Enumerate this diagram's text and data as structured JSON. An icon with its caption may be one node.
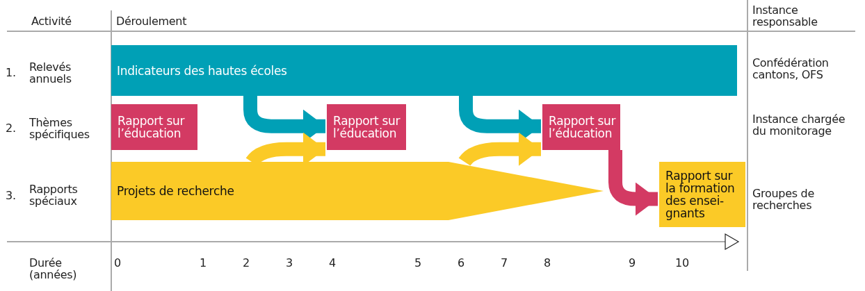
{
  "diagram": {
    "nodes": [
      {
        "text": [
          "Indicateurs des hautes écoles"
        ]
      },
      {
        "text": [
          "Rapport sur l’éducation"
        ]
      },
      {
        "text": [
          "Rapport sur l’éducation"
        ]
      },
      {
        "text": [
          "Rapport sur l’éducation"
        ]
      },
      {
        "text": [
          "Projets de recherche"
        ]
      },
      {
        "text": [
          "Rapport sur la formation des ensei- gnants"
        ]
      }
    ],
    "edges": [
      {
        "from": 0,
        "to": 2,
        "arrow": "to",
        "color": "#00a0b6"
      },
      {
        "from": 0,
        "to": 3,
        "arrow": "to",
        "color": "#00a0b6"
      },
      {
        "from": 4,
        "to": 2,
        "arrow": "to",
        "color": "#fbca27"
      },
      {
        "from": 4,
        "to": 3,
        "arrow": "to",
        "color": "#fbca27"
      },
      {
        "from": 3,
        "to": 5,
        "arrow": "to",
        "color": "#d33a63"
      }
    ],
    "labels": [
      "Activité",
      "Déroulement",
      "Instance responsable",
      "1.",
      "Relevés annuels",
      "Confédération cantons, OFS",
      "2.",
      "Thèmes spécifiques",
      "Instance chargée du monitorage",
      "3.",
      "Rapports spéciaux",
      "Groupes de recherches",
      "Durée (années)",
      "0",
      "1",
      "2",
      "3",
      "4",
      "5",
      "6",
      "7",
      "8",
      "9",
      "10"
    ]
  }
}
